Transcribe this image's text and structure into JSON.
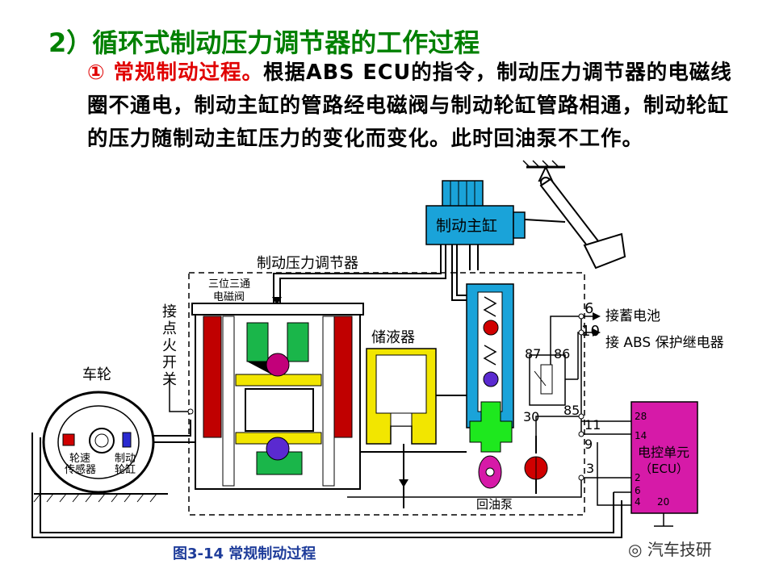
{
  "heading": "2）循环式制动压力调节器的工作过程",
  "description": {
    "step": "① 常规制动过程。",
    "text": "根据ABS ECU的指令，制动压力调节器的电磁线圈不通电，制动主缸的管路经电磁阀与制动轮缸管路相通，制动轮缸的压力随制动主缸压力的变化而变化。此时回油泵不工作。"
  },
  "diagram": {
    "master_cylinder": "制动主缸",
    "regulator": "制动压力调节器",
    "solenoid_valve": [
      "三位三通",
      "电磁阀"
    ],
    "reservoir": "储液器",
    "ignition_switch": "接点火开关",
    "wheel": "车轮",
    "speed_sensor": [
      "轮速",
      "传感器"
    ],
    "wheel_cylinder": [
      "制动",
      "轮缸"
    ],
    "return_pump": "回油泵",
    "battery": "接蓄电池",
    "abs_relay": "接 ABS 保护继电器",
    "ecu": [
      "电控单元",
      "（ECU）"
    ],
    "terminals": {
      "t6": "6",
      "t10": "10",
      "t87": "87",
      "t86": "86",
      "t85": "85",
      "t30": "30",
      "t11": "11",
      "t9": "9",
      "t3": "3"
    },
    "ecu_pins": {
      "p28": "28",
      "p14": "14",
      "p2": "2",
      "p6": "6",
      "p4": "4",
      "p20": "20"
    }
  },
  "caption": "图3-14  常规制动过程",
  "watermark": "汽车技研",
  "colors": {
    "heading": "#008000",
    "step": "#e00000",
    "master_cylinder": "#1aa3d9",
    "ecu": "#d61aa8",
    "reservoir": "#f2e600",
    "caption": "#1e3c9a"
  }
}
